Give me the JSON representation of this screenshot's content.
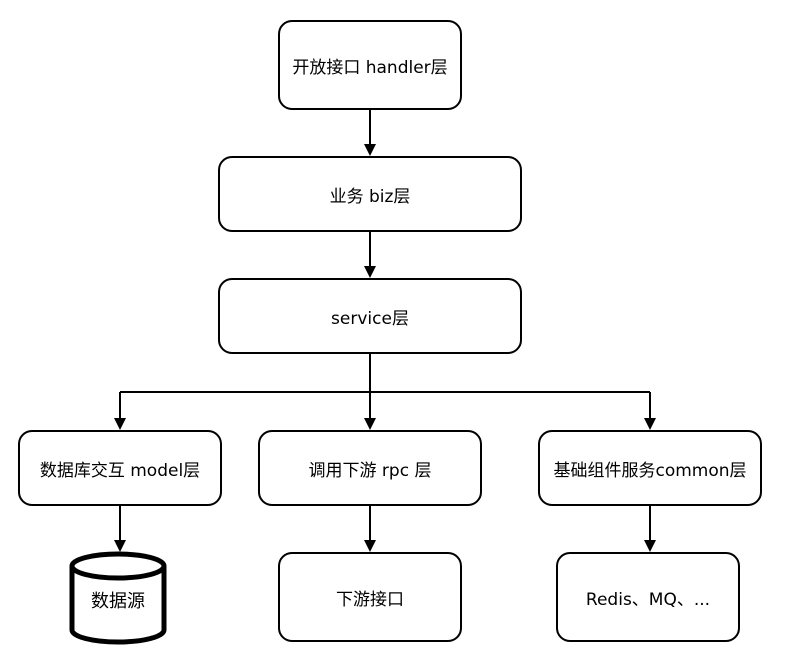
{
  "diagram": {
    "nodes": {
      "handler": "开放接口 handler层",
      "biz": "业务 biz层",
      "service": "service层",
      "model": "数据库交互 model层",
      "rpc": "调用下游 rpc 层",
      "common": "基础组件服务common层",
      "datasource": "数据源",
      "downstream_api": "下游接口",
      "components": "Redis、MQ、..."
    },
    "edges": [
      {
        "from": "handler",
        "to": "biz"
      },
      {
        "from": "biz",
        "to": "service"
      },
      {
        "from": "service",
        "to": "model"
      },
      {
        "from": "service",
        "to": "rpc"
      },
      {
        "from": "service",
        "to": "common"
      },
      {
        "from": "model",
        "to": "datasource"
      },
      {
        "from": "rpc",
        "to": "downstream_api"
      },
      {
        "from": "common",
        "to": "components"
      }
    ],
    "colors": {
      "stroke": "#000000",
      "fill": "#ffffff",
      "text": "#000000"
    }
  }
}
